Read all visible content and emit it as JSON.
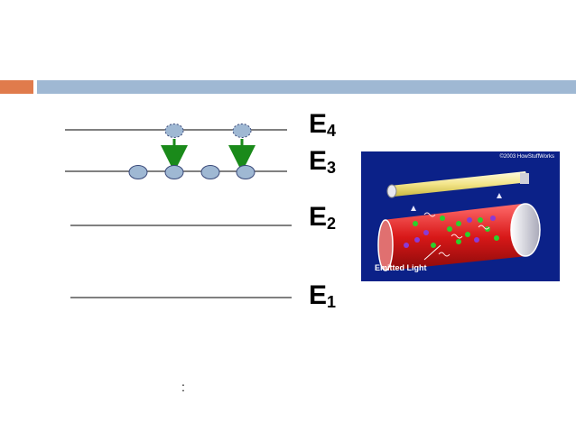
{
  "levels": [
    {
      "letter": "E",
      "sub": "4"
    },
    {
      "letter": "E",
      "sub": "3"
    },
    {
      "letter": "E",
      "sub": "2"
    },
    {
      "letter": "E",
      "sub": "1"
    }
  ],
  "photo": {
    "copyright": "©2003 HowStuffWorks",
    "caption": "Emitted Light"
  },
  "footer_text": ":",
  "colors": {
    "accent_orange": "#e07b4c",
    "accent_blue": "#9fb8d3",
    "electron_fill": "#9fb8d3",
    "arrow_green": "#1a8a1a"
  }
}
